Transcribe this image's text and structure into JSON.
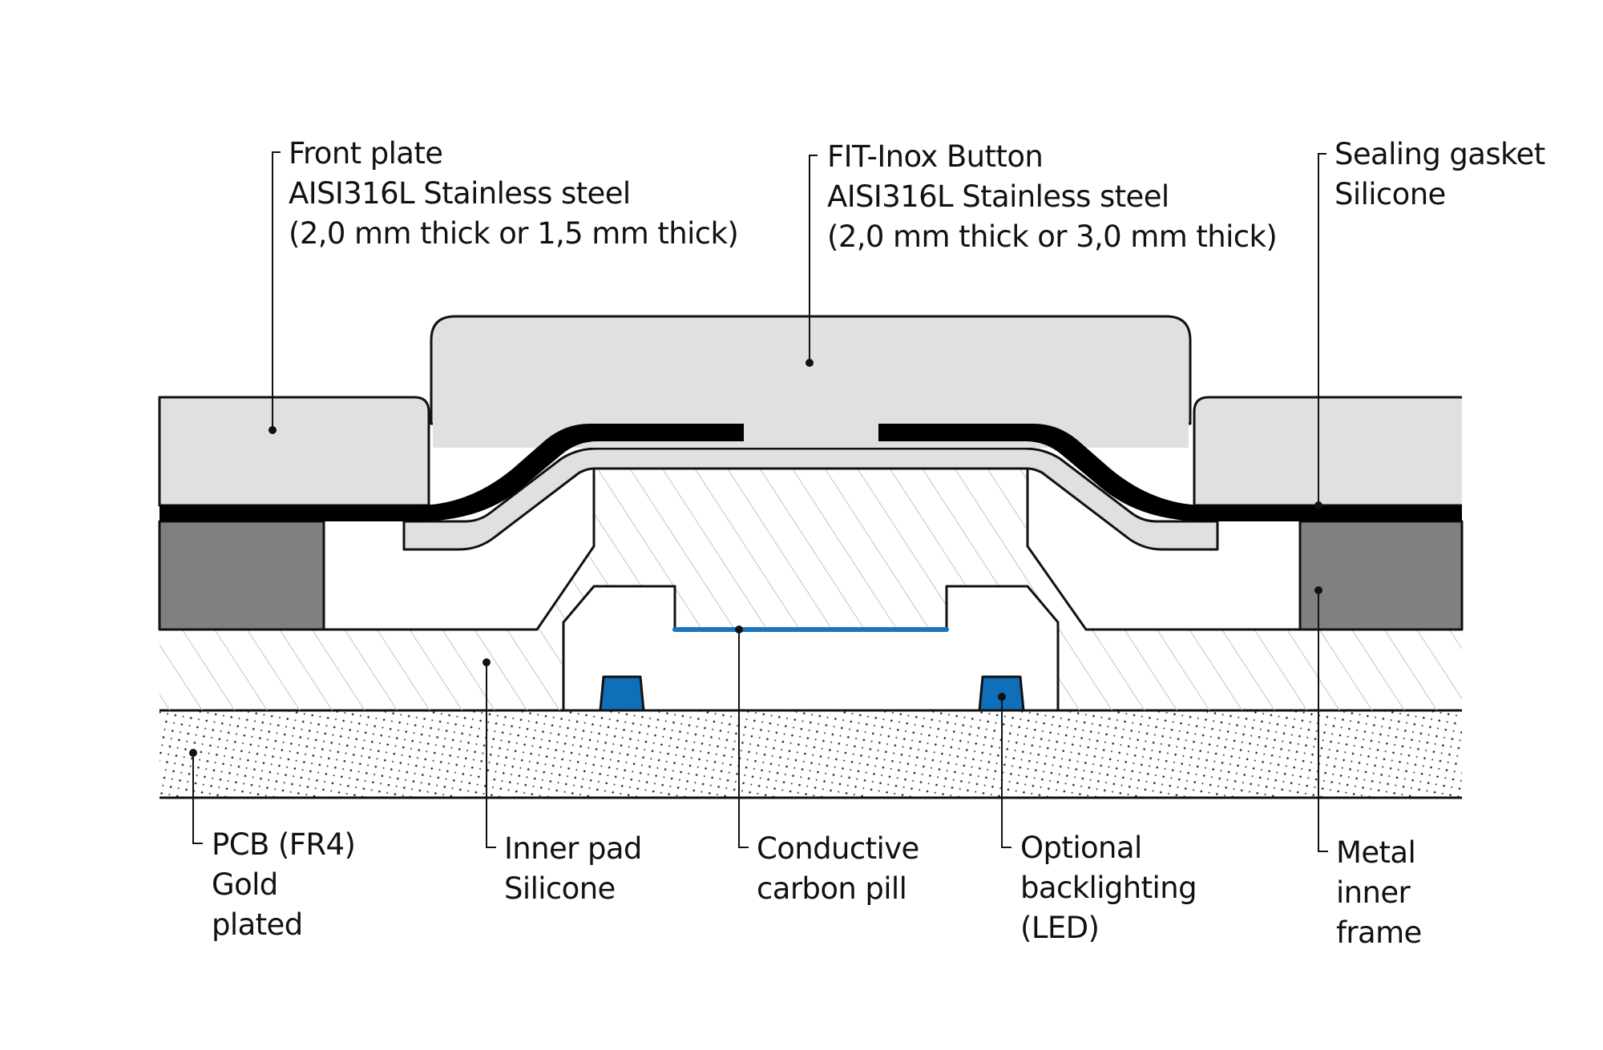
{
  "title": "FIT-Inox button cross-section",
  "colors": {
    "steel": "#e0e0e0",
    "gasket": "#000000",
    "metal_frame": "#808080",
    "led_blue": "#0f6fb8",
    "carbon_pill": "#1a75bc",
    "hatch_line": "#c8c8c8",
    "outline": "#111111",
    "background": "#ffffff"
  },
  "labels": {
    "front_plate": {
      "lines": [
        "Front plate",
        "AISI316L Stainless steel",
        "(2,0 mm thick or 1,5 mm thick)"
      ]
    },
    "button": {
      "lines": [
        "FIT-Inox Button",
        "AISI316L Stainless steel",
        "(2,0 mm thick or 3,0 mm thick)"
      ]
    },
    "sealing_gasket": {
      "lines": [
        "Sealing gasket",
        "Silicone"
      ]
    },
    "pcb": {
      "lines": [
        "PCB (FR4)",
        "Gold",
        "plated"
      ]
    },
    "inner_pad": {
      "lines": [
        "Inner pad",
        "Silicone"
      ]
    },
    "carbon_pill": {
      "lines": [
        "Conductive",
        "carbon pill"
      ]
    },
    "led": {
      "lines": [
        "Optional",
        "backlighting",
        "(LED)"
      ]
    },
    "metal_frame": {
      "lines": [
        "Metal",
        "inner",
        "frame"
      ]
    }
  }
}
